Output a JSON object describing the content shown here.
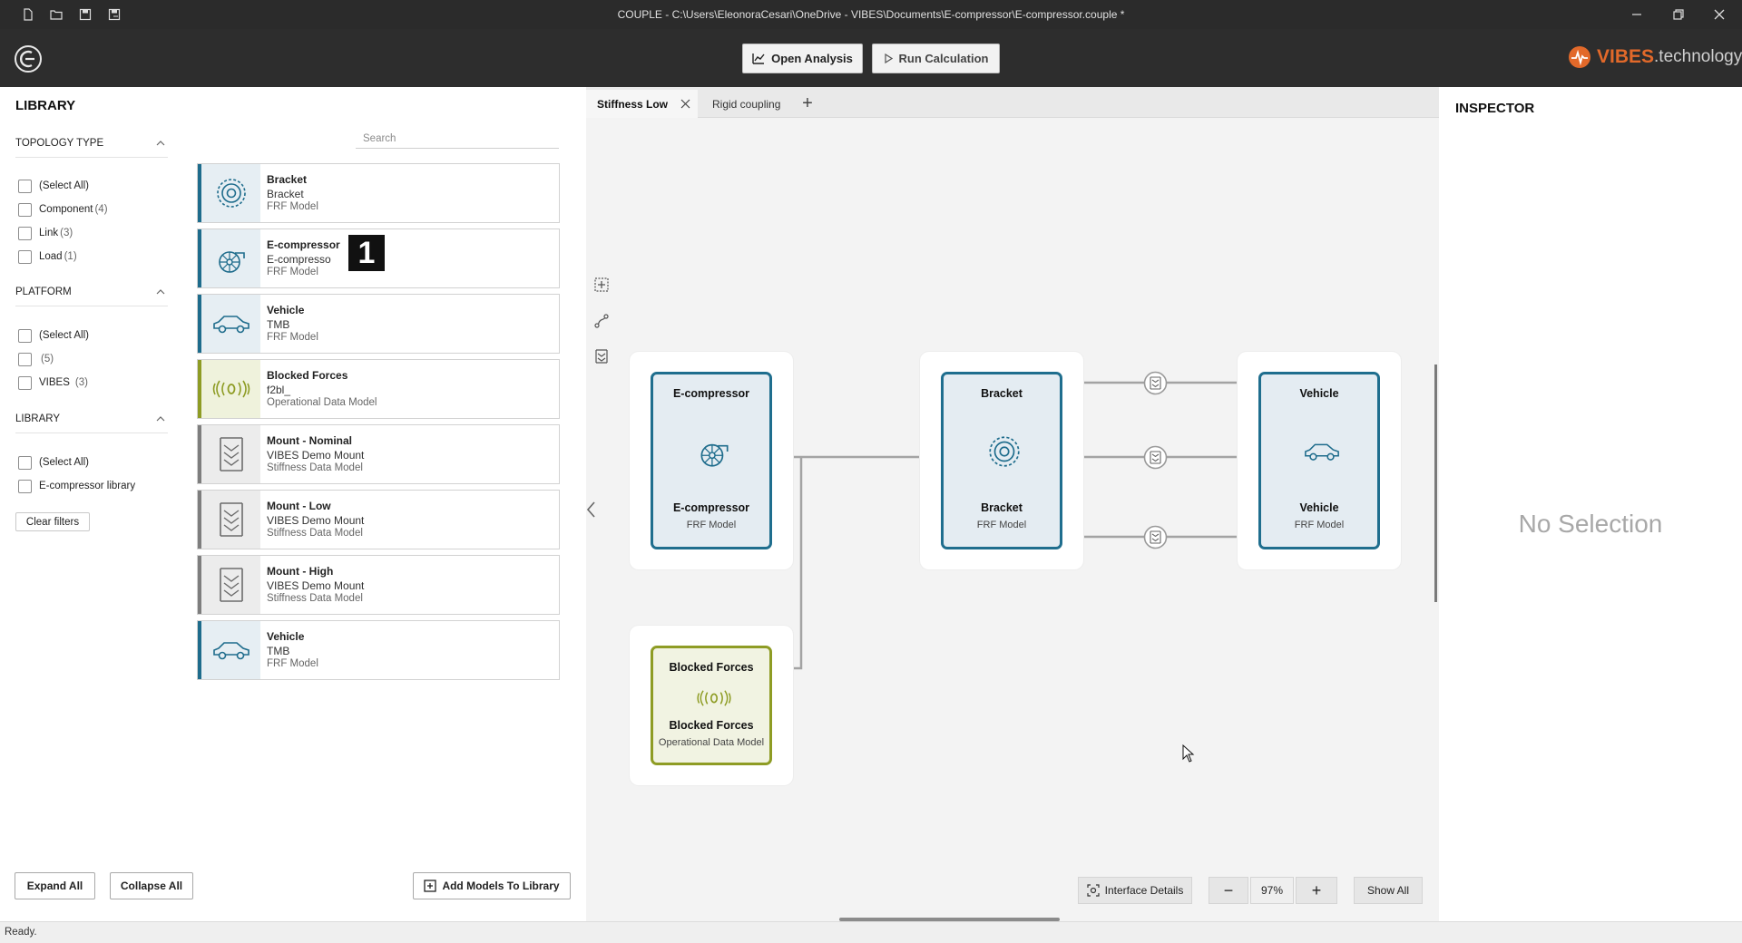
{
  "window": {
    "title": "COUPLE  -  C:\\Users\\EleonoraCesari\\OneDrive - VIBES\\Documents\\E-compressor\\E-compressor.couple *",
    "quick_access_icons": [
      "new-file-icon",
      "open-folder-icon",
      "save-icon",
      "save-as-icon"
    ]
  },
  "header": {
    "open_analysis": "Open Analysis",
    "run_calculation": "Run Calculation",
    "brand_primary": "VIBES",
    "brand_secondary": ".technology",
    "brand_color": "#e2692a"
  },
  "library": {
    "title": "LIBRARY",
    "search_placeholder": "Search",
    "topology": {
      "heading": "TOPOLOGY TYPE",
      "items": [
        {
          "label": "(Select All)",
          "count": ""
        },
        {
          "label": "Component",
          "count": "(4)"
        },
        {
          "label": "Link",
          "count": "(3)"
        },
        {
          "label": "Load",
          "count": "(1)"
        }
      ]
    },
    "platform": {
      "heading": "PLATFORM",
      "items": [
        {
          "label": "(Select All)",
          "count": ""
        },
        {
          "label": "",
          "count": "(5)"
        },
        {
          "label": "VIBES",
          "count": "(3)"
        }
      ]
    },
    "library_filter": {
      "heading": "LIBRARY",
      "items": [
        {
          "label": "(Select All)",
          "count": ""
        },
        {
          "label": "E-compressor library",
          "count": ""
        }
      ]
    },
    "clear_filters": "Clear filters",
    "cards": [
      {
        "name": "Bracket",
        "sub": "Bracket",
        "type": "FRF Model",
        "icon": "gear-icon"
      },
      {
        "name": "E-compressor",
        "sub": "E-compresso",
        "type": "FRF Model",
        "icon": "compressor-icon"
      },
      {
        "name": "Vehicle",
        "sub": "TMB",
        "type": "FRF Model",
        "icon": "car-icon"
      },
      {
        "name": "Blocked Forces",
        "sub": "f2bl_",
        "type": "Operational Data Model",
        "icon": "vibration-icon"
      },
      {
        "name": "Mount - Nominal",
        "sub": "VIBES Demo Mount",
        "type": "Stiffness Data Model",
        "icon": "mount-icon"
      },
      {
        "name": "Mount - Low",
        "sub": "VIBES Demo Mount",
        "type": "Stiffness Data Model",
        "icon": "mount-icon"
      },
      {
        "name": "Mount - High",
        "sub": "VIBES Demo Mount",
        "type": "Stiffness Data Model",
        "icon": "mount-icon"
      },
      {
        "name": "Vehicle",
        "sub": "TMB",
        "type": "FRF Model",
        "icon": "car-icon"
      }
    ],
    "expand_all": "Expand All",
    "collapse_all": "Collapse All",
    "add_models": "Add Models To Library",
    "annotation_badge": "1"
  },
  "tabs": {
    "active": "Stiffness Low",
    "other": "Rigid coupling",
    "add": "+"
  },
  "canvas": {
    "nodes": [
      {
        "title": "E-compressor",
        "name": "E-compressor",
        "type": "FRF Model",
        "icon": "compressor-icon"
      },
      {
        "title": "Bracket",
        "name": "Bracket",
        "type": "FRF Model",
        "icon": "gear-icon"
      },
      {
        "title": "Vehicle",
        "name": "Vehicle",
        "type": "FRF Model",
        "icon": "car-icon"
      },
      {
        "title": "Blocked Forces",
        "name": "Blocked Forces",
        "type": "Operational Data Model",
        "icon": "vibration-icon"
      }
    ],
    "interface_details": "Interface Details",
    "zoom": "97%",
    "zoom_out": "−",
    "zoom_in": "+",
    "show_all": "Show All",
    "component_color": "#1f6e8e",
    "load_color": "#8e9c24"
  },
  "inspector": {
    "title": "INSPECTOR",
    "empty": "No Selection"
  },
  "status": "Ready."
}
